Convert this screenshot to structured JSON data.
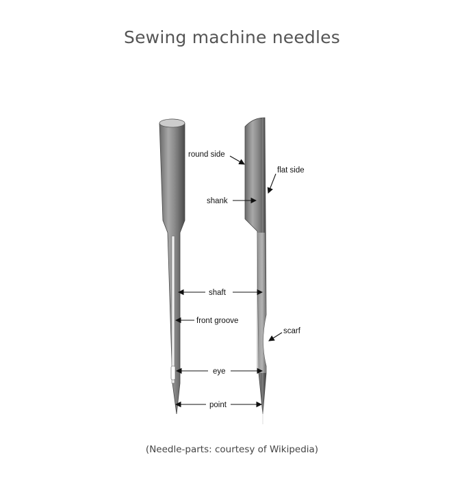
{
  "title": "Sewing machine needles",
  "caption": "(Needle-parts: courtesy of Wikipedia)",
  "diagram": {
    "labels": {
      "round_side": "round side",
      "flat_side": "flat side",
      "shank": "shank",
      "shaft": "shaft",
      "front_groove": "front groove",
      "scarf": "scarf",
      "eye": "eye",
      "point": "point"
    }
  }
}
